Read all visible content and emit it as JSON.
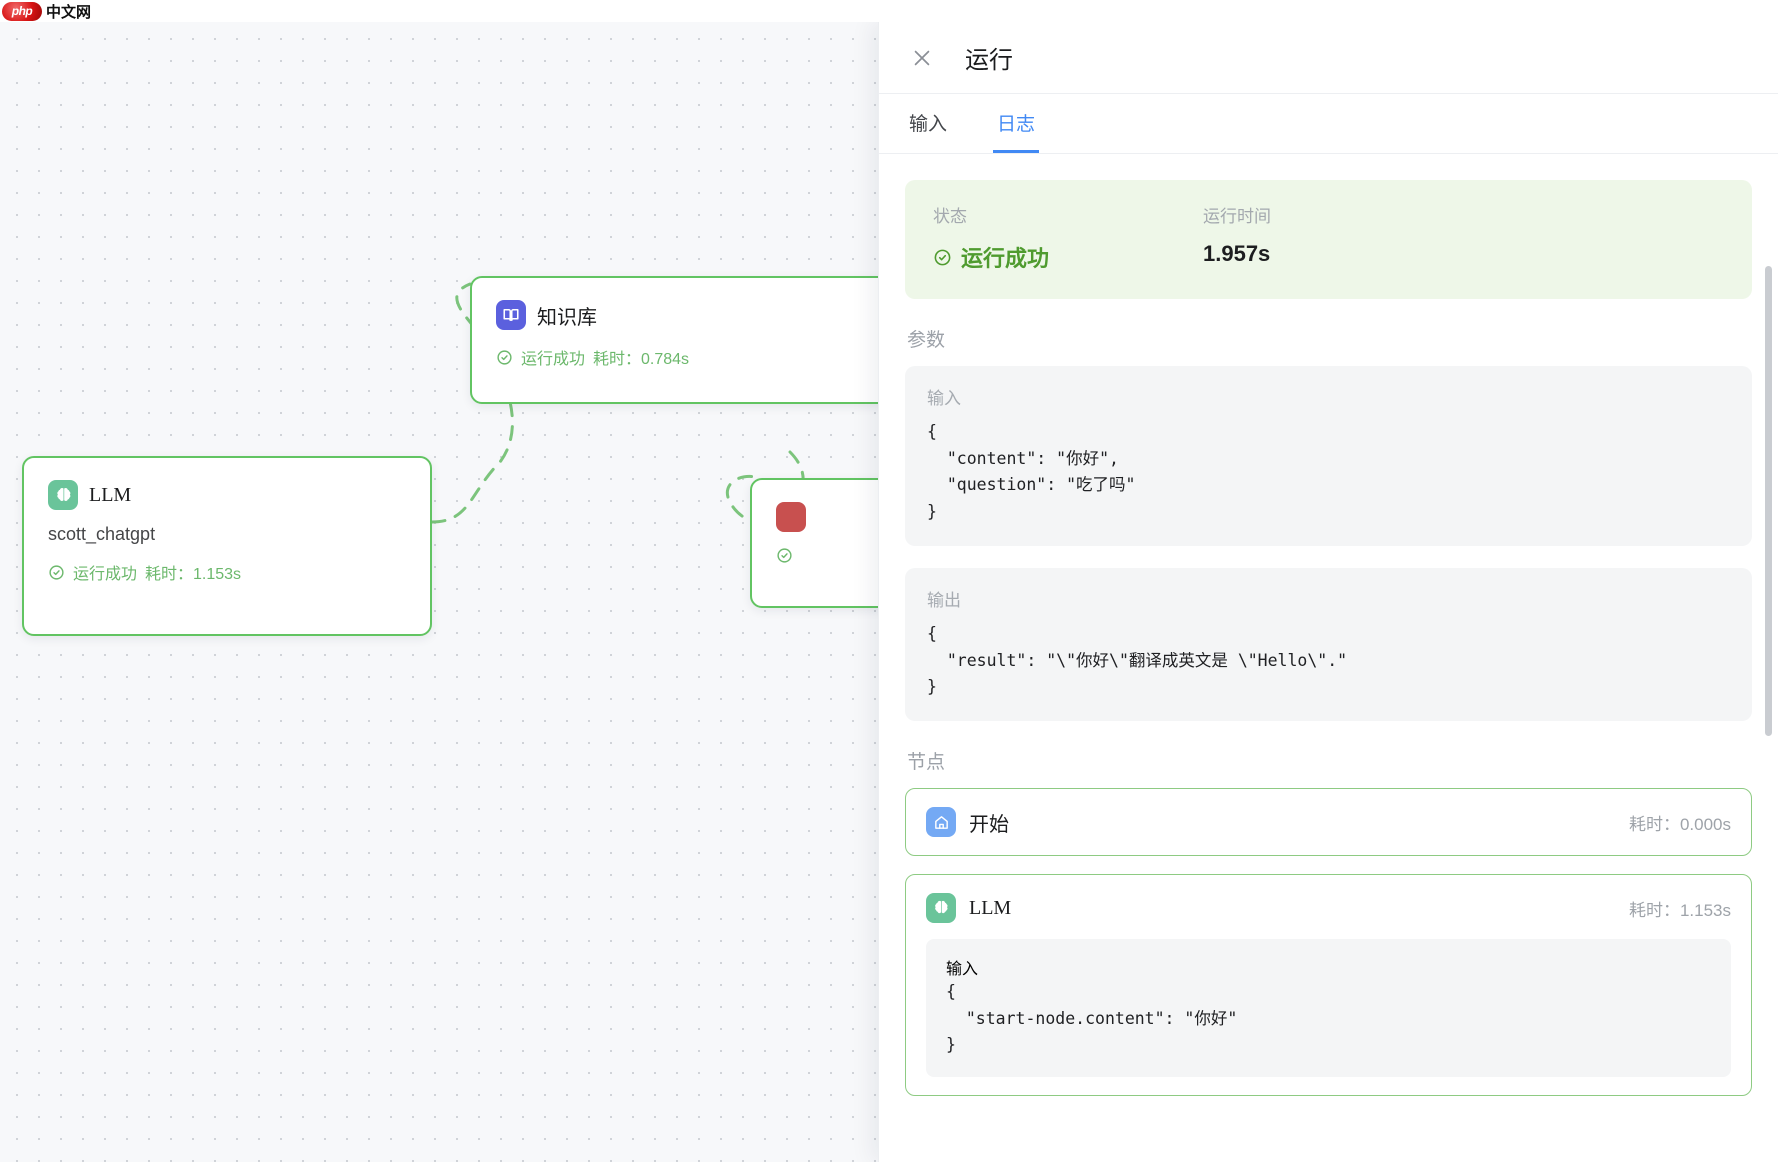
{
  "watermark": {
    "logo_text": "php",
    "site_text": "中文网"
  },
  "canvas": {
    "nodes": [
      {
        "id": "llm",
        "icon": "brain-icon",
        "title": "LLM",
        "subtitle": "scott_chatgpt",
        "status": "运行成功",
        "duration": "耗时：1.153s"
      },
      {
        "id": "knowledge-base",
        "icon": "book-icon",
        "title": "知识库",
        "subtitle": "",
        "status": "运行成功",
        "duration": "耗时：0.784s"
      },
      {
        "id": "partial",
        "icon": "square-icon",
        "title": "",
        "subtitle": "",
        "status": "",
        "duration": ""
      }
    ]
  },
  "panel": {
    "close_icon": "close-icon",
    "title": "运行",
    "tabs": [
      {
        "label": "输入",
        "active": false
      },
      {
        "label": "日志",
        "active": true
      }
    ],
    "status_card": {
      "status_label": "状态",
      "status_icon": "check-circle-icon",
      "status_value": "运行成功",
      "time_label": "运行时间",
      "time_value": "1.957s",
      "bg_color": "#eef7e8",
      "success_color": "#4f9b2f"
    },
    "params_section": {
      "label": "参数",
      "input": {
        "label": "输入",
        "code": "{\n  \"content\": \"你好\",\n  \"question\": \"吃了吗\"\n}"
      },
      "output": {
        "label": "输出",
        "code": "{\n  \"result\": \"\\\"你好\\\"翻译成英文是 \\\"Hello\\\".\"\n}"
      }
    },
    "nodes_section": {
      "label": "节点",
      "nodes": [
        {
          "icon": "home-icon",
          "icon_color": "#74a9f4",
          "title": "开始",
          "duration": "耗时：0.000s",
          "has_body": false,
          "input_label": "",
          "input_code": ""
        },
        {
          "icon": "brain-icon",
          "icon_color": "#6ac49a",
          "title": "LLM",
          "duration": "耗时：1.153s",
          "has_body": true,
          "input_label": "输入",
          "input_code": "{\n  \"start-node.content\": \"你好\"\n}"
        }
      ]
    }
  }
}
